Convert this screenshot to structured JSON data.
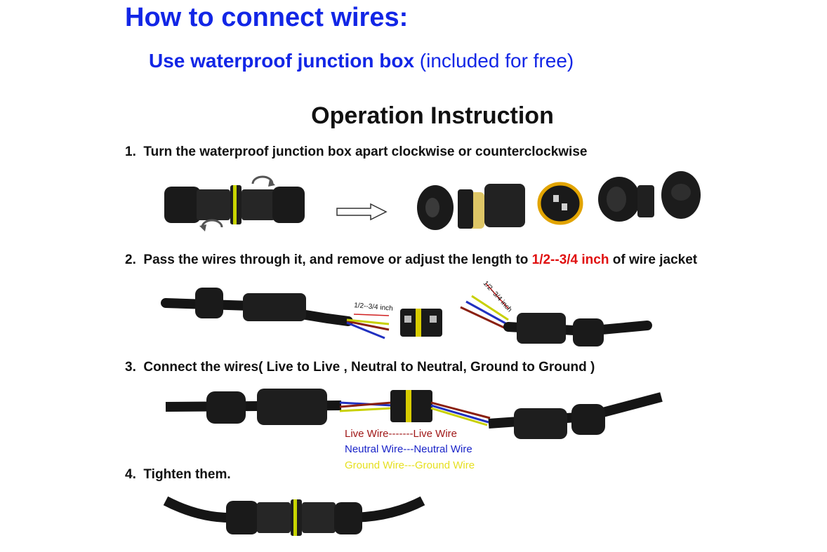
{
  "header": {
    "title": "How to connect wires:",
    "subtitle_bold": "Use waterproof junction box",
    "subtitle_rest": " (included for free)"
  },
  "instruction_title": "Operation Instruction",
  "steps": [
    {
      "number": "1.",
      "text": "Turn the waterproof junction box apart clockwise or counterclockwise"
    },
    {
      "number": "2.",
      "text_before": "Pass the wires through it, and remove or adjust the length to ",
      "highlight": "1/2--3/4 inch",
      "text_after": " of wire jacket"
    },
    {
      "number": "3.",
      "text": "Connect the wires( Live to Live , Neutral to Neutral, Ground to Ground )"
    },
    {
      "number": "4.",
      "text": "Tighten them."
    }
  ],
  "measure_label": "1/2--3/4 inch",
  "legend": [
    {
      "text": "Live Wire-------Live Wire",
      "color": "#a01818"
    },
    {
      "text": "Neutral Wire---Neutral Wire",
      "color": "#1a24c8"
    },
    {
      "text": "Ground Wire---Ground Wire",
      "color": "#e6e020"
    }
  ],
  "colors": {
    "accent_blue": "#1226e6",
    "highlight_red": "#e01010",
    "seal_yellow": "#c8d400",
    "body_black": "#151515"
  }
}
